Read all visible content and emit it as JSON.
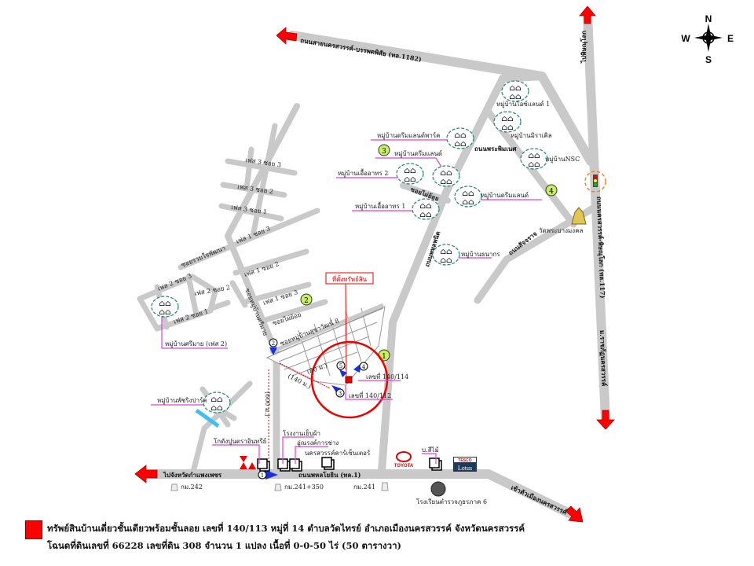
{
  "compass": {
    "n": "N",
    "s": "S",
    "e": "E",
    "w": "W"
  },
  "roads": {
    "top_highway": "ถนนสายนครสวรรค์-บรรพตพิสัย (ทล.1182)",
    "to_phitsanulok": "ไปพิษณุโลก",
    "right_highway": "ถนนนครสวรรค์-พิษณุโลก (ทล.117)",
    "right_highway_2": "ม.ราชภัฏนครสวรรค์",
    "phra_phimnet": "ถนนพระพิมเนศ",
    "road_mid": "ถนนพหลพนิต",
    "sajjarat": "ถนนสัจจราจ",
    "soi_phai_yoi": "ซอยไผ่ย้อย",
    "main_road": "ถนนพหลโยธิน (ทล.1)",
    "to_kamphaeng_phet": "ไปจังหวัดกำแพงเพชร",
    "to_city": "เข้าตัวเมืองนครสวรรค์",
    "soi_ruamjai": "ซอยรวมใจพัฒนา",
    "soi_phai_yoi_2": "ซอยไผ่ย้อย",
    "soi_village": "ซอยหมู่บ้านศรีมาย",
    "soi_moo": "ซอยหมู่บ้านสุขาวัฒน์ 8",
    "phase3_soi3": "เฟส 3 ซอย 3",
    "phase3_soi2": "เฟส 3 ซอย 2",
    "phase3_soi1": "เฟส 3 ซอย 1",
    "phase1_soi3_top": "เฟส 1 ซอย 3",
    "phase1_soi2": "เฟส 1 ซอย 2",
    "phase1_soi3": "เฟส 1 ซอย 3",
    "phase2_soi3": "เฟส 2 ซอย 3",
    "phase2_soi2": "เฟส 2 ซอย 2",
    "phase2_soi1": "เฟส 2 ซอย 1"
  },
  "villages": [
    "หมู่บ้านไอซ์แลนด์ 1",
    "หมู่บ้านมิราเคิล",
    "หมู่บ้านดรีมแลนด์พาร์ค",
    "หมู่บ้านดรีมแลนด์",
    "หมู่บ้านNSC",
    "หมู่บ้านเอื้ออาทร 2",
    "หมู่บ้านดรีมแลนด์",
    "หมู่บ้านเอื้ออาทร 1",
    "หมู่บ้านธนากร",
    "หมู่บ้านศรีมาย (เฟส 2)",
    "หมู่บ้านพัชริงปาร์ค"
  ],
  "landmarks": {
    "temple": "วัดพระบางมงคล",
    "property_location": "ที่ตั้งทรัพย์สิน",
    "house_114": "เลขที่ 140/114",
    "house_112": "เลขที่ 140/112",
    "dist_140": "(140 ม.)",
    "dist_600": "(600 ม.)",
    "dist_80": "(80 ม.)",
    "warehouse": "โกดังปูนตราอินทรีย์",
    "factory": "โรงงานเย็บผ้า",
    "garage": "อู่ณรงค์การช่าง",
    "car_center": "นครสวรรค์คาร์เซ็นเตอร์",
    "company": "บ.สีไม้",
    "toyota": "TOYOTA",
    "tesco": "TESCO",
    "lotus": "Lotus",
    "police_school": "โรงเรียนตำรวจภูธรภาค 6",
    "km242": "กม.242",
    "km241_350": "กม.241+350",
    "km241": "กม.241"
  },
  "markers": [
    "1",
    "2",
    "3",
    "4",
    "5"
  ],
  "circled_numbers": [
    "1",
    "2",
    "3",
    "4"
  ],
  "legend": {
    "line1": "ทรัพย์สินบ้านเดี่ยวชั้นเดียวพร้อมชั้นลอย เลขที่ 140/113 หมู่ที่ 14 ตำบลวัดไทรย์ อำเภอเมืองนครสวรรค์ จังหวัดนครสวรรค์",
    "line2": "โฉนดที่ดินเลขที่ 66228 เลขที่ดิน 308 จำนวน 1 แปลง เนื้อที่ 0-0-50 ไร่ (50 ตารางวา)",
    "color": "#ff0000"
  },
  "colors": {
    "road": "#c9c9c9",
    "arrow": "#ff0000",
    "leader": "#e040e0",
    "marker": "#1a2fe0",
    "badge": "#c8f060"
  }
}
